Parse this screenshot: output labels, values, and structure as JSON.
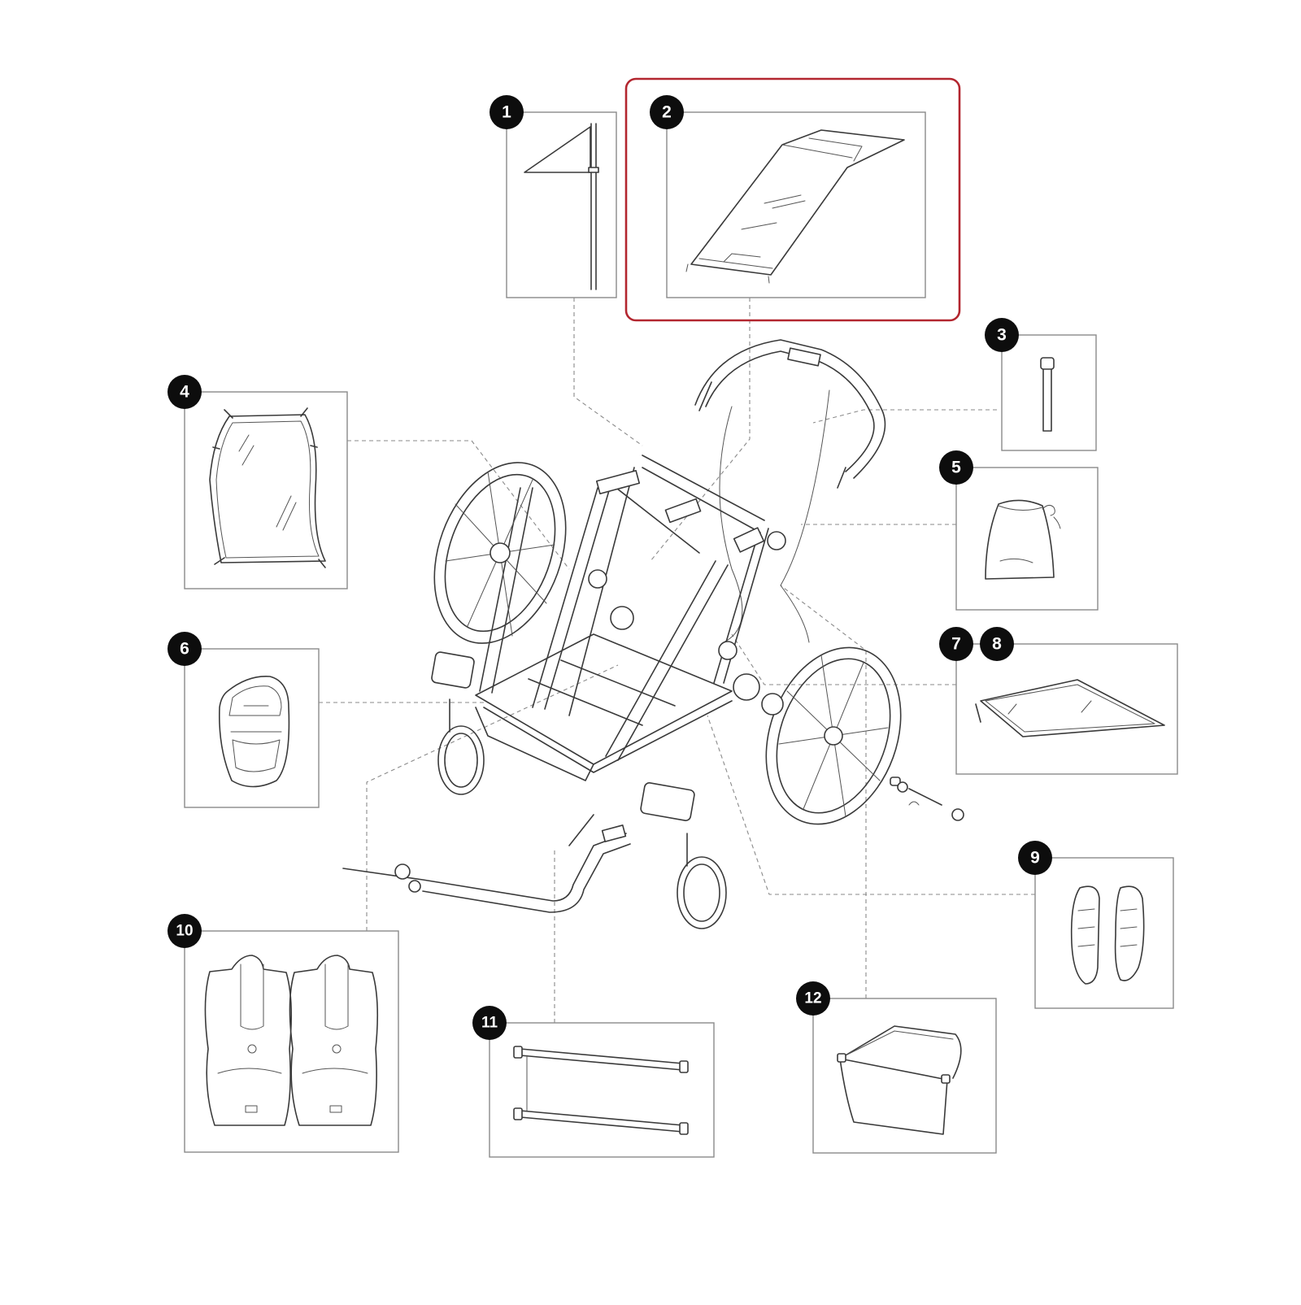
{
  "diagram": {
    "highlight_color": "#b3262f",
    "badge_color": "#0d0d0d",
    "parts": [
      {
        "id": "1",
        "label": "1",
        "icon": "flag-icon"
      },
      {
        "id": "2",
        "label": "2",
        "icon": "canopy-cover-icon",
        "highlighted": true
      },
      {
        "id": "3",
        "label": "3",
        "icon": "strap-icon"
      },
      {
        "id": "4",
        "label": "4",
        "icon": "rain-cover-icon"
      },
      {
        "id": "5",
        "label": "5",
        "icon": "storage-bag-icon"
      },
      {
        "id": "7",
        "label": "7",
        "icon": "window-panel-icon"
      },
      {
        "id": "8",
        "label": "8",
        "icon": "window-panel-icon"
      },
      {
        "id": "6",
        "label": "6",
        "icon": "seat-pad-icon"
      },
      {
        "id": "9",
        "label": "9",
        "icon": "side-pads-icon"
      },
      {
        "id": "10",
        "label": "10",
        "icon": "double-seat-pad-icon"
      },
      {
        "id": "11",
        "label": "11",
        "icon": "sunshade-bars-icon"
      },
      {
        "id": "12",
        "label": "12",
        "icon": "storage-basket-icon"
      }
    ]
  }
}
